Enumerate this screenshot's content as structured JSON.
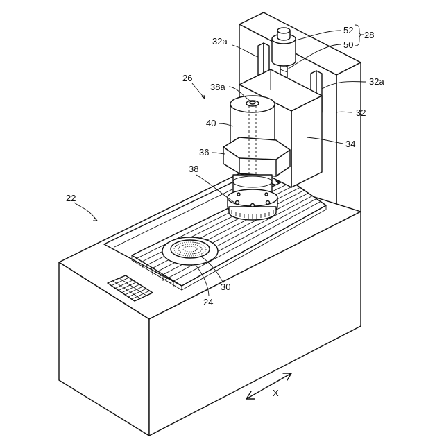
{
  "labels": {
    "l22": "22",
    "l26": "26",
    "l24": "24",
    "l30": "30",
    "l32": "32",
    "l32a_left": "32a",
    "l32a_right": "32a",
    "l34": "34",
    "l36": "36",
    "l38": "38",
    "l38a": "38a",
    "l40": "40",
    "l50": "50",
    "l52": "52",
    "l28": "28",
    "axis_x": "X"
  }
}
